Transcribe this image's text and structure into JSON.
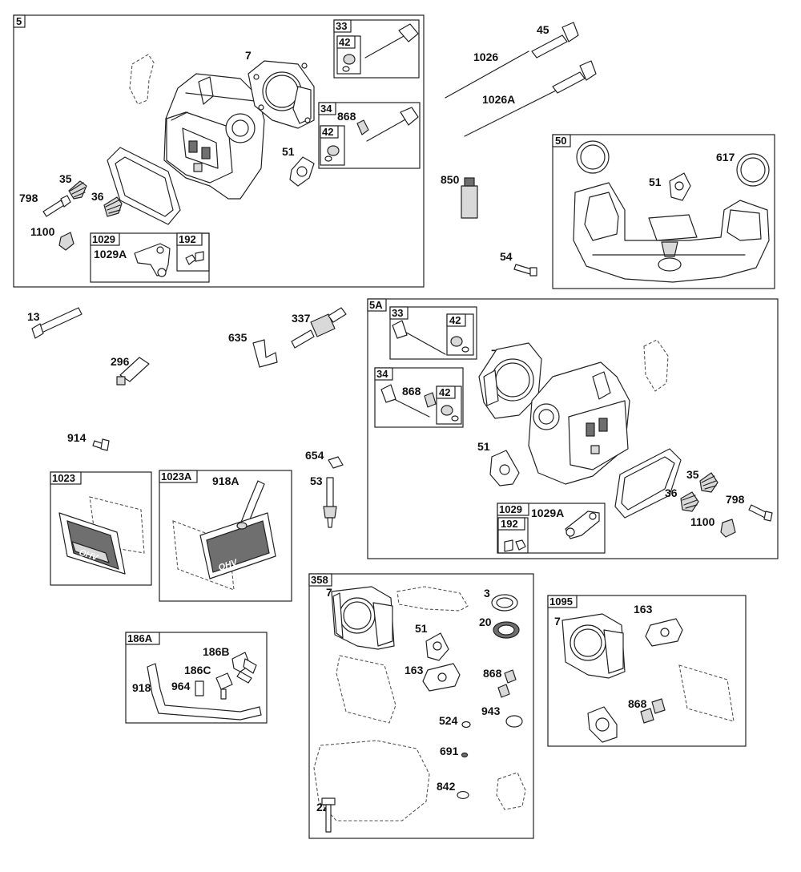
{
  "groups": {
    "g5": "5",
    "g33a": "33",
    "g42a": "42",
    "g34a": "34",
    "g42b": "42",
    "g1029a": "1029",
    "g192a": "192",
    "g50": "50",
    "g5A": "5A",
    "g33b": "33",
    "g42c": "42",
    "g34b": "34",
    "g42d": "42",
    "g1029b": "1029",
    "g192b": "192",
    "g1023": "1023",
    "g1023A": "1023A",
    "g186A": "186A",
    "g358": "358",
    "g1095": "1095"
  },
  "labels": {
    "l7a": "7",
    "l868a": "868",
    "l51a": "51",
    "l35a": "35",
    "l36a": "36",
    "l798a": "798",
    "l1100a": "1100",
    "l1029Aa": "1029A",
    "l45": "45",
    "l1026": "1026",
    "l1026A": "1026A",
    "l850": "850",
    "l54": "54",
    "l51b": "51",
    "l617": "617",
    "l13": "13",
    "l635": "635",
    "l337": "337",
    "l296": "296",
    "l914": "914",
    "l654": "654",
    "l53": "53",
    "l918A": "918A",
    "l7b": "7",
    "l868b": "868",
    "l51c": "51",
    "l35b": "35",
    "l36b": "36",
    "l798b": "798",
    "l1100b": "1100",
    "l1029Ab": "1029A",
    "l186B": "186B",
    "l186C": "186C",
    "l918": "918",
    "l964": "964",
    "l7c": "7",
    "l3": "3",
    "l20": "20",
    "l51d": "51",
    "l163a": "163",
    "l868c": "868",
    "l524": "524",
    "l943": "943",
    "l691": "691",
    "l842": "842",
    "l22": "22",
    "l7d": "7",
    "l163b": "163",
    "l868d": "868"
  },
  "cover_logo": "OHV",
  "colors": {
    "line": "#222222",
    "fill_light": "#d9d9d9",
    "fill_dark": "#6f6f6f",
    "background": "#ffffff"
  }
}
